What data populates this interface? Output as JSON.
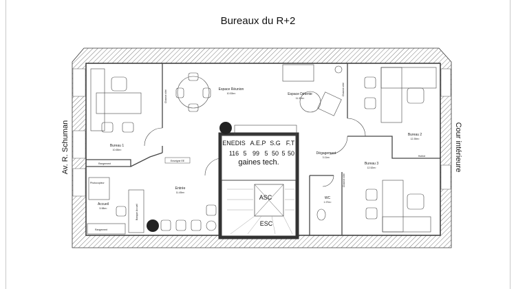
{
  "title": "Bureaux du R+2",
  "streets": {
    "left": "Av. R. Schuman",
    "right": "Cour intérieure"
  },
  "rooms": [
    {
      "name": "Bureau 1",
      "area": "10.65m²"
    },
    {
      "name": "Espace Réunion",
      "area": "10.53m²"
    },
    {
      "name": "Espace Détente",
      "area": "11.32m²"
    },
    {
      "name": "Bureau 2",
      "area": "12.39m²"
    },
    {
      "name": "Dégagement",
      "area": "3.11m²"
    },
    {
      "name": "Bureau 3",
      "area": "12.52m²"
    },
    {
      "name": "WC",
      "area": "1.97m²"
    },
    {
      "name": "Entrée",
      "area": "11.45m²"
    },
    {
      "name": "Accueil",
      "area": "5.98m²"
    }
  ],
  "labels": {
    "rangement": "Rangement",
    "photocopieur": "Photocopieur",
    "banque_accueil": "Banque Accueil",
    "enseigne": "Enseigne EE",
    "chassis_vitre": "Chassis vitré",
    "hublot": "Hublot",
    "asc": "ASC",
    "esc": "ESC"
  },
  "technical_shafts": {
    "headers": [
      "ENEDIS",
      "A.E.P",
      "S.G",
      "F.T"
    ],
    "values": [
      "116",
      "5",
      "99",
      "5",
      "50",
      "5",
      "50"
    ],
    "caption": "gaines tech."
  }
}
